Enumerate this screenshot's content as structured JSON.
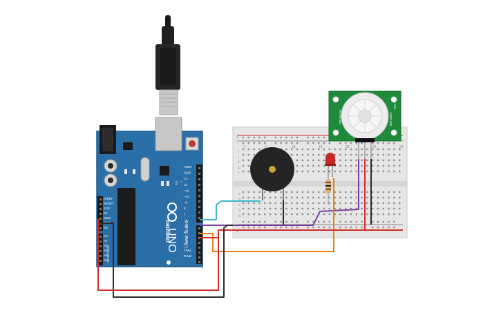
{
  "arduino": {
    "board_name": "UNO",
    "brand": "ARDUINO",
    "digital_label": "DIGITAL (PWM~)",
    "analog_label": "ANALOG IN",
    "on_label": "ON",
    "l_label": "L",
    "tx_label": "TX",
    "rx_label": "RX",
    "power_pins": [
      "IOREF",
      "RESET",
      "3.3V",
      "5V",
      "GND",
      "GND",
      "Vin"
    ],
    "analog_pins": [
      "A0",
      "A1",
      "A2",
      "A3",
      "A4",
      "A5"
    ],
    "digital_pins": [
      "AREF",
      "GND",
      "13",
      "12",
      "~11",
      "~10",
      "~9",
      "8",
      "7",
      "~6",
      "~5",
      "4",
      "~3",
      "2",
      "TX▸1",
      "RX◂0"
    ]
  },
  "pir_sensor": {
    "left_text": "PIR Sensor",
    "right_text": "Rev A",
    "model_text": "555-28027"
  },
  "breadboard": {
    "row_letters_top": [
      "j",
      "i",
      "h",
      "g",
      "f"
    ],
    "row_letters_bottom": [
      "e",
      "d",
      "c",
      "b",
      "a"
    ],
    "column_numbers": [
      "1",
      "5",
      "10",
      "15",
      "20",
      "25",
      "30"
    ]
  },
  "colors": {
    "board": "#2a6fa8",
    "board_dark": "#1f5a8c",
    "wire_cyan": "#40b8c8",
    "wire_purple": "#7b3fa0",
    "wire_orange": "#e8820c",
    "wire_red": "#d42a2a",
    "wire_black": "#2a2a2a",
    "pir_green": "#1e8a3a"
  },
  "icons": [
    "usb-cable-icon",
    "power-jack-icon",
    "buzzer-icon",
    "led-icon",
    "resistor-icon",
    "pir-dome-icon"
  ]
}
